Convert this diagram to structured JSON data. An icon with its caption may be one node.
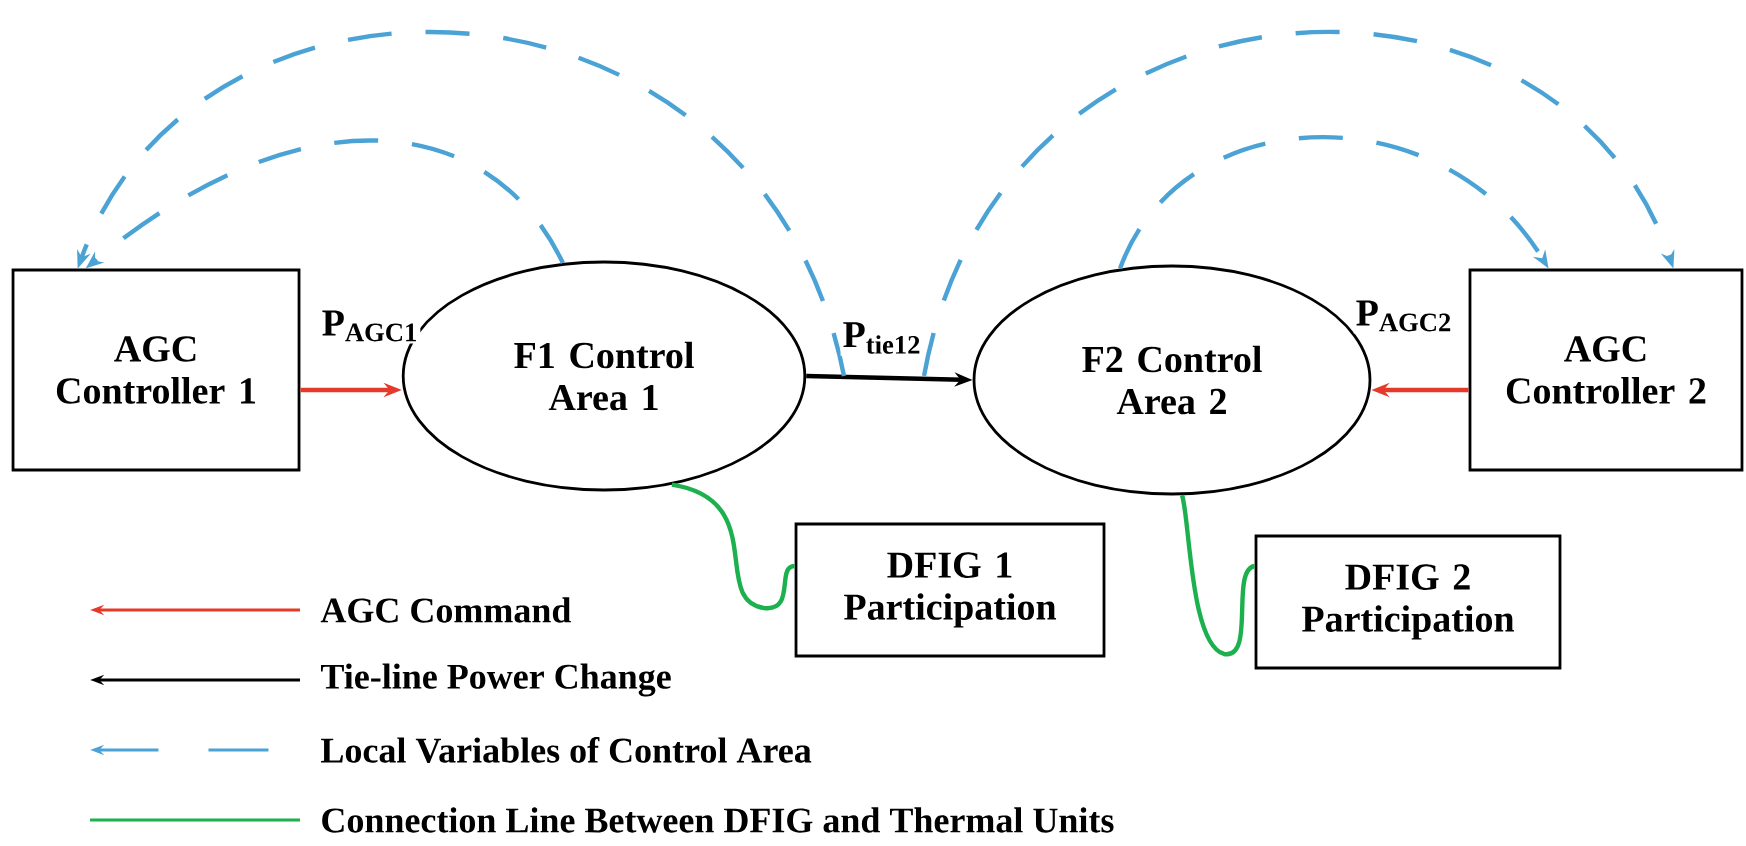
{
  "diagram": {
    "nodes": [
      {
        "text": [
          "AGC Controller 1"
        ]
      },
      {
        "text": [
          "F1 Control Area 1"
        ]
      },
      {
        "text": [
          "F2 Control Area 2"
        ]
      },
      {
        "text": [
          "AGC Controller 2"
        ]
      },
      {
        "text": [
          "DFIG 1 Participation"
        ]
      },
      {
        "text": [
          "DFIG 2 Participation"
        ]
      }
    ],
    "edges": [
      {
        "from": 0,
        "to": 1,
        "arrow": "to",
        "label": "P$_{AGC1}$",
        "color": "#e53a2a"
      },
      {
        "from": 3,
        "to": 2,
        "arrow": "to",
        "label": "P$_{AGC2}$",
        "color": "#e53a2a"
      },
      {
        "from": 1,
        "to": 2,
        "arrow": "to",
        "label": "P$_{tie12}$",
        "color": "#000000"
      },
      {
        "from": 1,
        "to": 0,
        "arrow": "to",
        "style": "dashed",
        "color": "#4ba3d5"
      },
      {
        "from": null,
        "to": 0,
        "arrow": "to",
        "style": "dashed",
        "color": "#4ba3d5"
      },
      {
        "from": 2,
        "to": 3,
        "arrow": "to",
        "style": "dashed",
        "color": "#4ba3d5"
      },
      {
        "from": null,
        "to": 3,
        "arrow": "to",
        "style": "dashed",
        "color": "#4ba3d5"
      },
      {
        "from": 1,
        "to": 4,
        "arrow": "none",
        "color": "#1db04f"
      },
      {
        "from": 2,
        "to": 5,
        "arrow": "none",
        "color": "#1db04f"
      }
    ],
    "legend": [
      {
        "text": "AGC Command"
      },
      {
        "text": "Tie-line Power Change"
      },
      {
        "text": "Local Variables of Control Area"
      },
      {
        "text": "Connection Line Between DFIG and Thermal Units"
      }
    ]
  }
}
